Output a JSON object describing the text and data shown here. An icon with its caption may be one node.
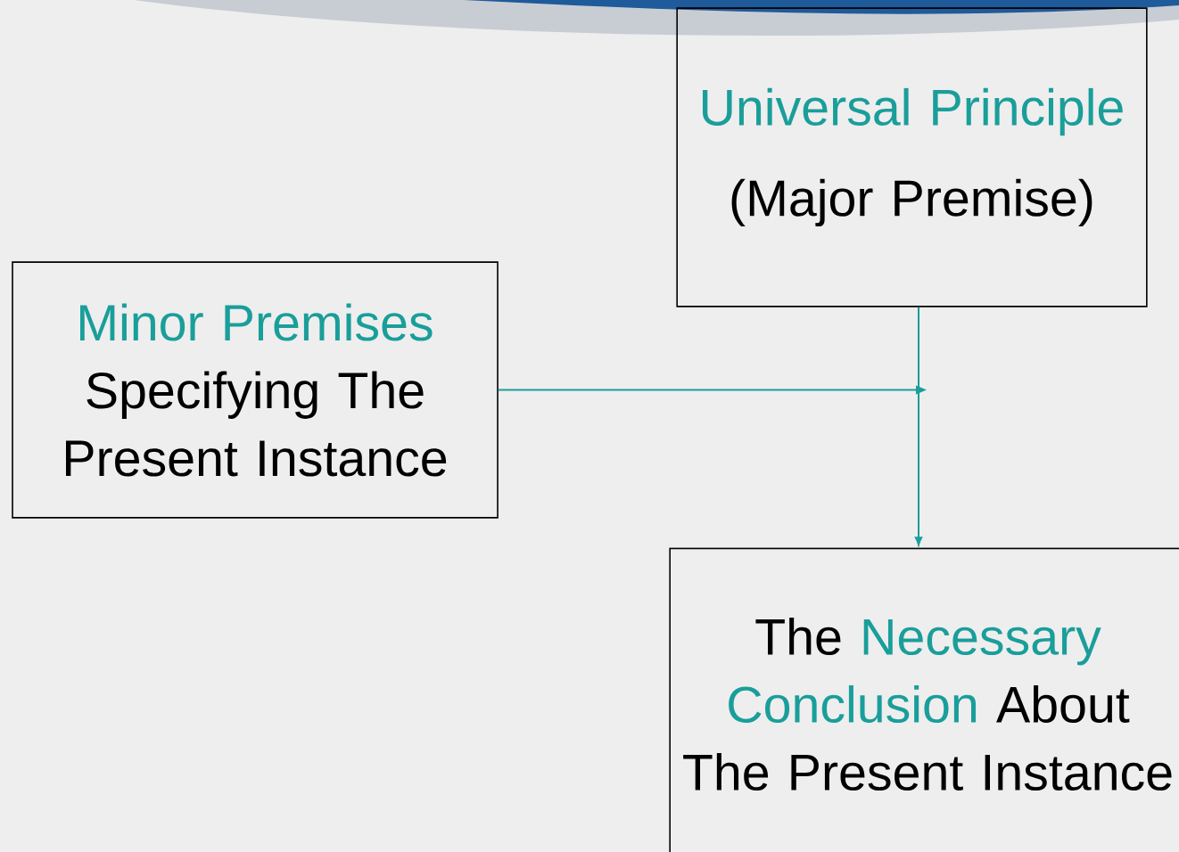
{
  "diagram": {
    "nodes": [
      {
        "text": [
          "Universal Principle",
          "(Major Premise)"
        ]
      },
      {
        "text": [
          "Minor Premises",
          "Specifying The Present Instance"
        ]
      },
      {
        "text": [
          "The",
          "Necessary Conclusion",
          "About The Present Instance"
        ]
      }
    ],
    "edges": [
      {
        "from": 0,
        "to": 2,
        "arrow": "to"
      },
      {
        "from": 1,
        "to": 2,
        "arrow": "to"
      }
    ]
  }
}
